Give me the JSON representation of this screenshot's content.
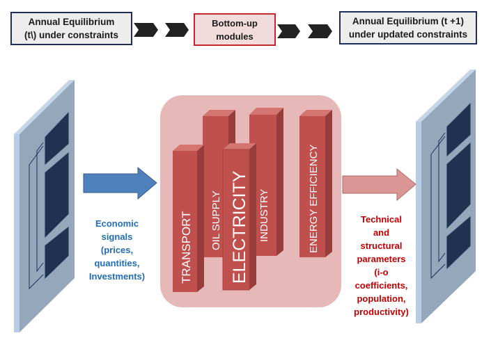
{
  "flow": {
    "step1": "Annual Equilibrium (t\\)  under constraints",
    "step1_line1": "Annual Equilibrium",
    "step1_line2": "(t\\)  under constraints",
    "step2_line1": "Bottom-up",
    "step2_line2": "modules",
    "step3_line1": "Annual Equilibrium (t +1)",
    "step3_line2": "under updated constraints"
  },
  "modules": {
    "transport": "TRANSPORT",
    "oil_supply": "OIL SUPPLY",
    "electricity": "ELECTRICITY",
    "industry": "INDUSTRY",
    "energy_efficiency": "ENERGY EFFICIENCY"
  },
  "left_label": [
    "Economic",
    "signals",
    "(prices,",
    "quantities,",
    "Investments)"
  ],
  "right_label": [
    "Technical",
    "and",
    "structural",
    "parameters",
    "(i-o",
    "coefficients,",
    "population,",
    "productivity)"
  ],
  "colors": {
    "blue_text": "#1f6db5",
    "red_text": "#c00000",
    "bar": "#c0504d",
    "module_bg": "#e6b8b7",
    "navy": "#1f2d5a"
  }
}
